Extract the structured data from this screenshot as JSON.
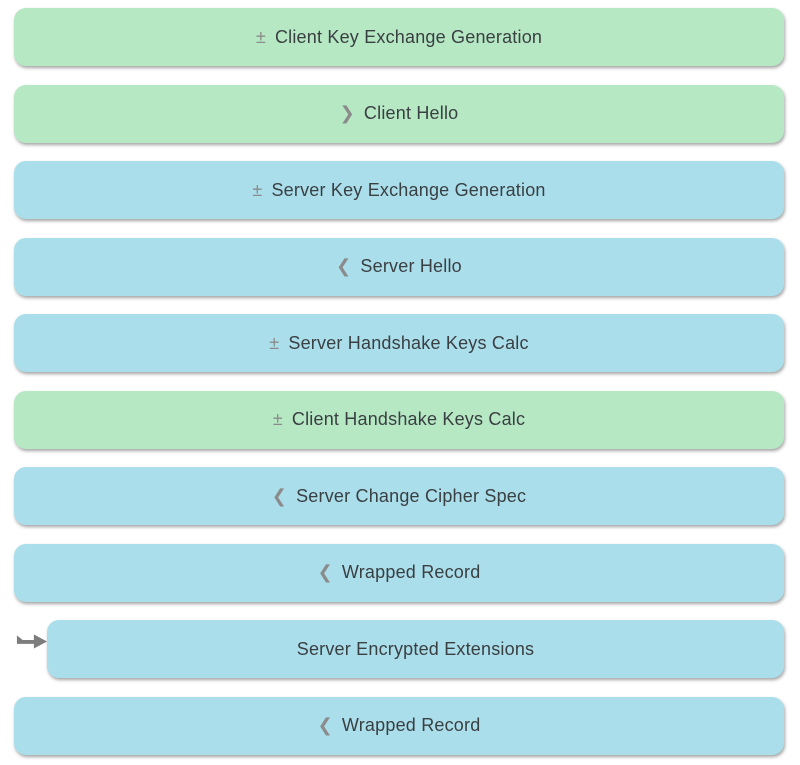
{
  "page": {
    "description": "TLS handshake record list",
    "background": "#ffffff"
  },
  "colors": {
    "client_record_bg": "#b6e8c4",
    "server_record_bg": "#aadeeb",
    "record_text": "#3a3f42",
    "prefix_glyph": "#8b8b8b",
    "pointer_arrow": "#7d7d7d"
  },
  "icons": {
    "calc_toggle": "±",
    "client_send_chevron": "❯",
    "server_send_chevron": "❮",
    "current_position": "right-arrow-with-hooked-tail"
  },
  "rows": [
    {
      "prefix": "±",
      "label": "Client Key Exchange Generation",
      "side": "client",
      "indented": false,
      "pointer": false
    },
    {
      "prefix": "❯",
      "label": "Client Hello",
      "side": "client",
      "indented": false,
      "pointer": false
    },
    {
      "prefix": "±",
      "label": "Server Key Exchange Generation",
      "side": "server",
      "indented": false,
      "pointer": false
    },
    {
      "prefix": "❮",
      "label": "Server Hello",
      "side": "server",
      "indented": false,
      "pointer": false
    },
    {
      "prefix": "±",
      "label": "Server Handshake Keys Calc",
      "side": "server",
      "indented": false,
      "pointer": false
    },
    {
      "prefix": "±",
      "label": "Client Handshake Keys Calc",
      "side": "client",
      "indented": false,
      "pointer": false
    },
    {
      "prefix": "❮",
      "label": "Server Change Cipher Spec",
      "side": "server",
      "indented": false,
      "pointer": false
    },
    {
      "prefix": "❮",
      "label": "Wrapped Record",
      "side": "server",
      "indented": false,
      "pointer": false
    },
    {
      "prefix": "",
      "label": "Server Encrypted Extensions",
      "side": "server",
      "indented": true,
      "pointer": true
    },
    {
      "prefix": "❮",
      "label": "Wrapped Record",
      "side": "server",
      "indented": false,
      "pointer": false
    }
  ]
}
